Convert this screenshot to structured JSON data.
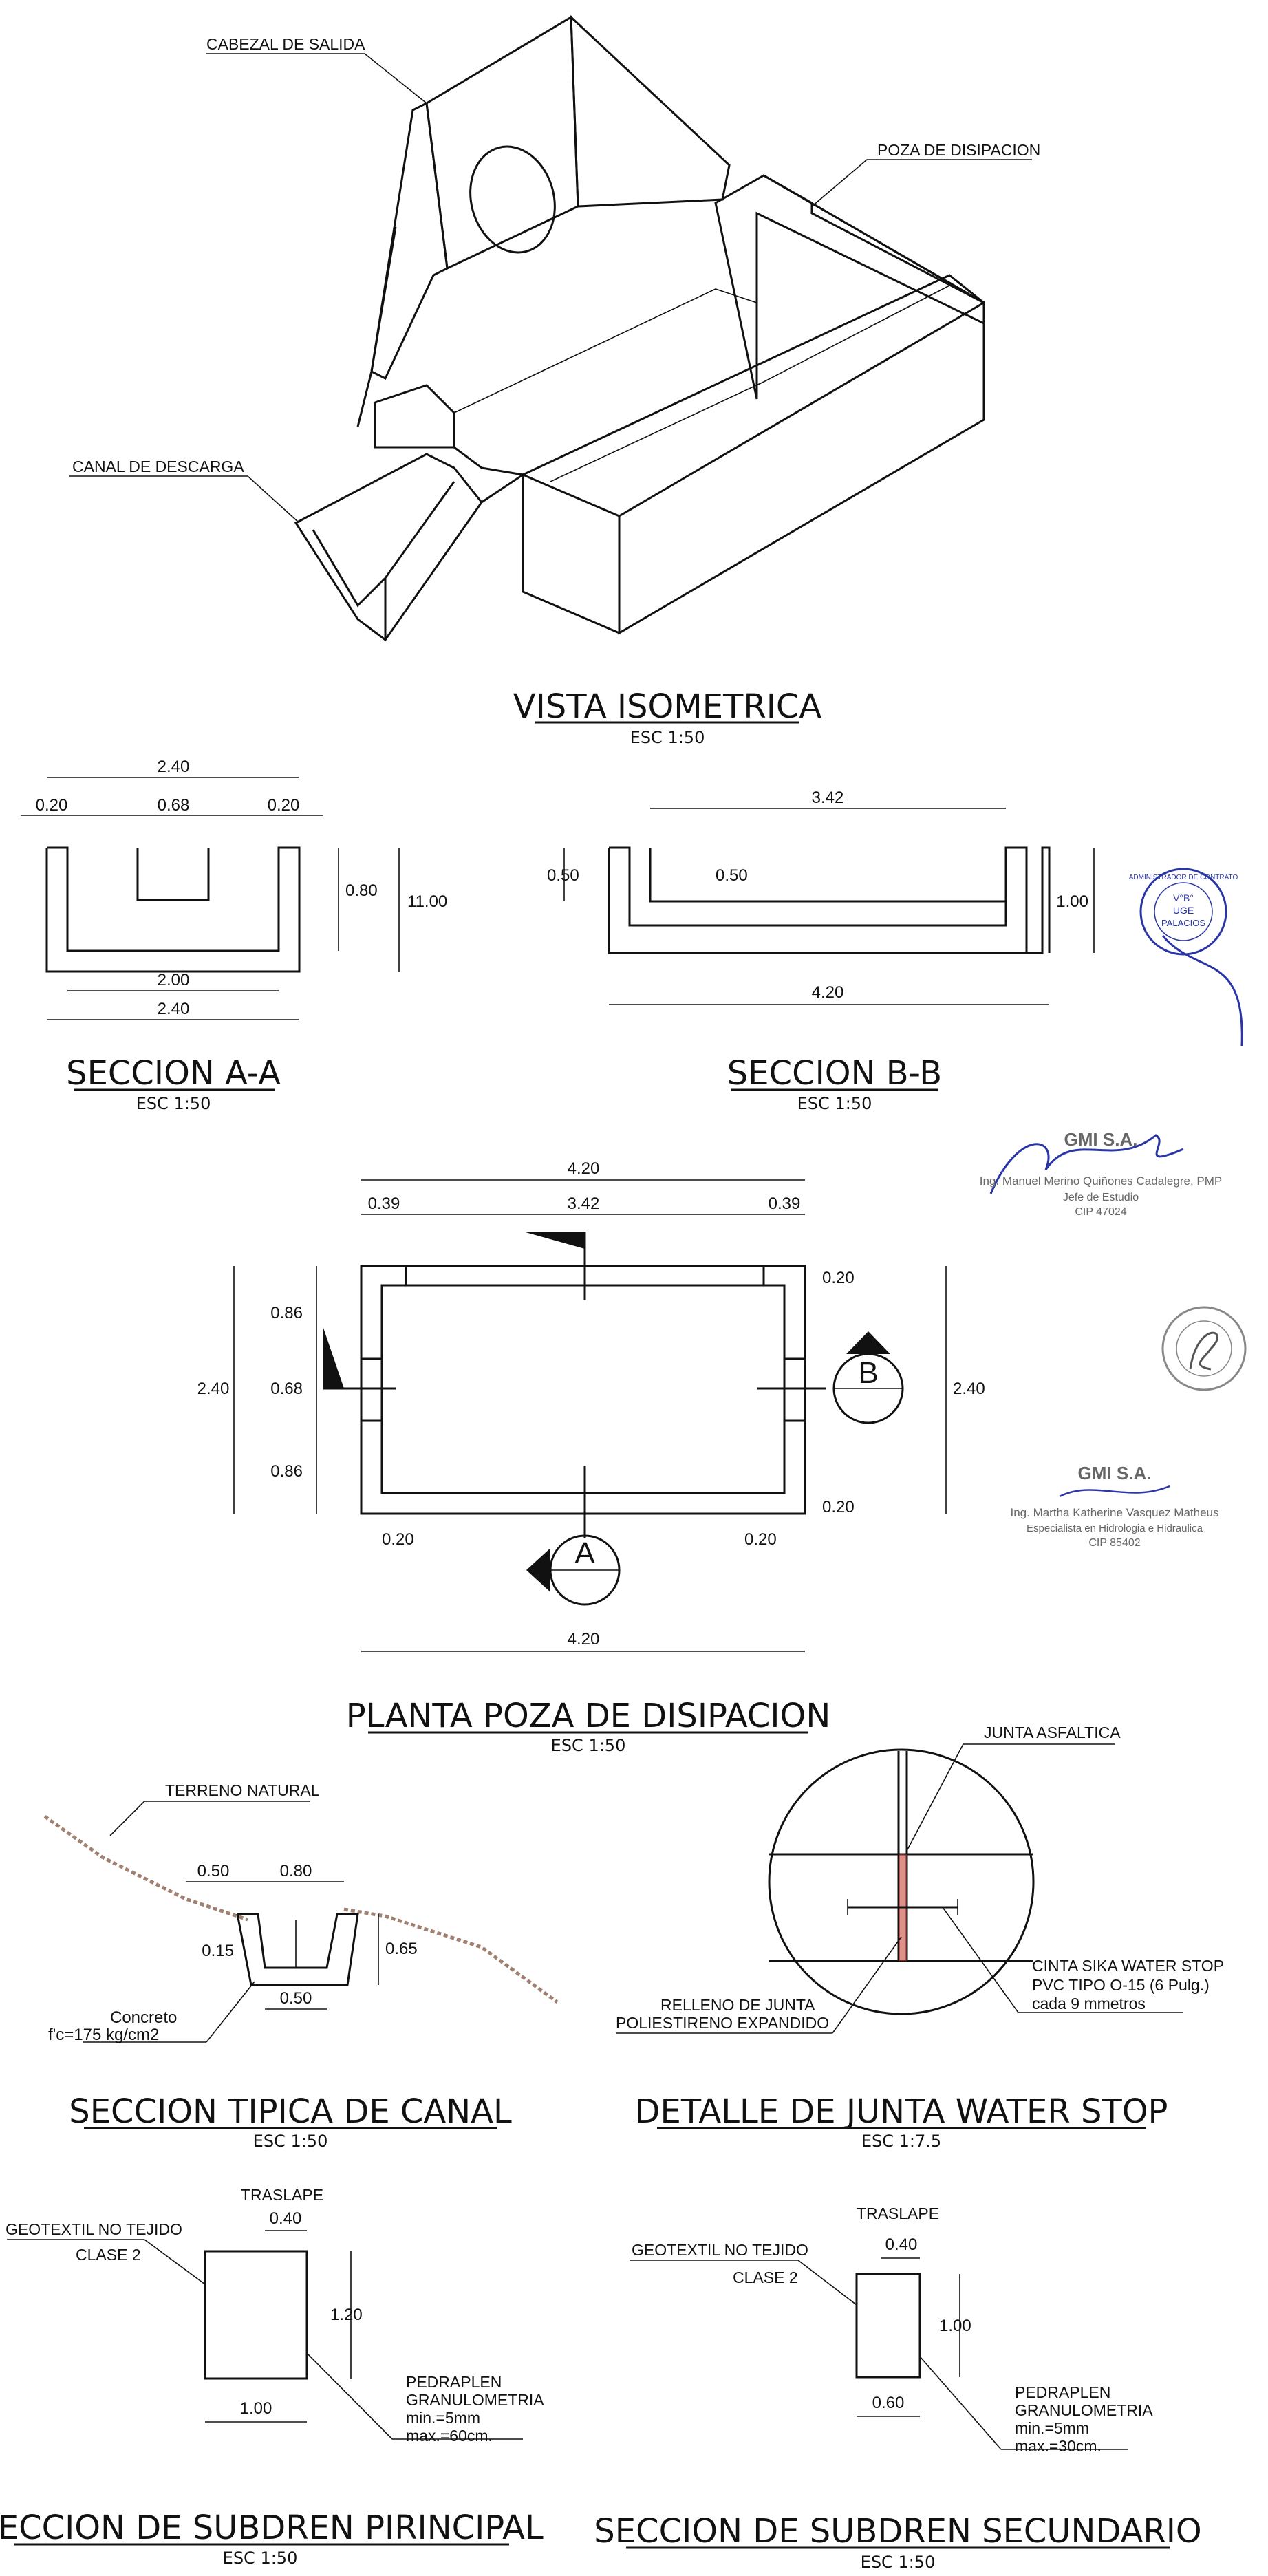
{
  "isometric": {
    "title": "VISTA ISOMETRICA",
    "scale": "ESC 1:50",
    "labels": {
      "outlet_head": "CABEZAL DE SALIDA",
      "pool": "POZA DE DISIPACION",
      "channel": "CANAL DE DESCARGA"
    }
  },
  "section_aa": {
    "title": "SECCION A-A",
    "scale": "ESC 1:50",
    "dims": {
      "top": "2.40",
      "left_wall": "0.20",
      "mid": "0.68",
      "right_wall": "0.20",
      "inner_h": "0.80",
      "total_h": "11.00",
      "inner_w": "2.00",
      "bottom": "2.40"
    }
  },
  "section_bb": {
    "title": "SECCION B-B",
    "scale": "ESC 1:50",
    "dims": {
      "top": "3.42",
      "left_a": "0.50",
      "left_b": "0.50",
      "right_h": "1.00",
      "bottom": "4.20"
    }
  },
  "plan": {
    "title": "PLANTA POZA DE DISIPACION",
    "scale": "ESC 1:50",
    "dims": {
      "top_total": "4.20",
      "top_left": "0.39",
      "top_mid": "3.42",
      "top_right": "0.39",
      "left_a": "0.86",
      "left_b": "0.68",
      "left_c": "0.86",
      "left_total": "2.40",
      "right_top": "0.20",
      "right_bottom": "0.20",
      "right_total": "2.40",
      "bottom_left": "0.20",
      "bottom_right": "0.20",
      "bottom_total": "4.20"
    },
    "cut_a": "A",
    "cut_b": "B"
  },
  "canal_section": {
    "title": "SECCION TIPICA DE CANAL",
    "scale": "ESC 1:50",
    "labels": {
      "terrain": "TERRENO NATURAL",
      "concrete_1": "Concreto",
      "concrete_2": "f'c=175 kg/cm2"
    },
    "dims": {
      "a": "0.50",
      "b": "0.80",
      "c": "0.15",
      "d": "0.65",
      "e": "0.50"
    }
  },
  "waterstop": {
    "title": "DETALLE DE JUNTA WATER STOP",
    "scale": "ESC 1:7.5",
    "labels": {
      "asphalt": "JUNTA ASFALTICA",
      "fill_1": "RELLENO DE JUNTA",
      "fill_2": "POLIESTIRENO EXPANDIDO",
      "tape_1": "CINTA SIKA WATER STOP",
      "tape_2": "PVC TIPO O-15 (6 Pulg.)",
      "tape_3": "cada 9 mmetros"
    }
  },
  "subdren_main": {
    "title": "SECCION DE SUBDREN PIRINCIPAL",
    "scale": "ESC 1:50",
    "labels": {
      "overlap": "TRASLAPE",
      "overlap_v": "0.40",
      "geo_1": "GEOTEXTIL NO TEJIDO",
      "geo_2": "CLASE 2",
      "h": "1.20",
      "w": "1.00",
      "ped_1": "PEDRAPLEN",
      "ped_2": "GRANULOMETRIA",
      "ped_3": "min.=5mm",
      "ped_4": "max.=60cm."
    }
  },
  "subdren_sec": {
    "title": "SECCION DE SUBDREN SECUNDARIO",
    "scale": "ESC 1:50",
    "labels": {
      "overlap": "TRASLAPE",
      "overlap_v": "0.40",
      "geo_1": "GEOTEXTIL NO TEJIDO",
      "geo_2": "CLASE 2",
      "h": "1.00",
      "w": "0.60",
      "ped_1": "PEDRAPLEN",
      "ped_2": "GRANULOMETRIA",
      "ped_3": "min.=5mm",
      "ped_4": "max.=30cm."
    }
  },
  "stamps": {
    "admin_seal": {
      "line1": "ADMINISTRADOR DE CONTRATO",
      "line2": "V°B°",
      "line3": "UGE",
      "line4": "PALACIOS"
    },
    "sig1": {
      "company": "GMI S.A.",
      "name": "Ing. Manuel Merino Quiñones Cadalegre, PMP",
      "role": "Jefe de Estudio",
      "cip": "CIP 47024"
    },
    "sig2": {
      "company": "GMI S.A.",
      "name": "Ing. Martha Katherine Vasquez Matheus",
      "role": "Especialista en Hidrologia e Hidraulica",
      "cip": "CIP 85402"
    }
  },
  "colors": {
    "line": "#111111",
    "stamp_blue": "#2a35a8",
    "joint_red": "#c0392b",
    "terrain": "#a08070"
  }
}
